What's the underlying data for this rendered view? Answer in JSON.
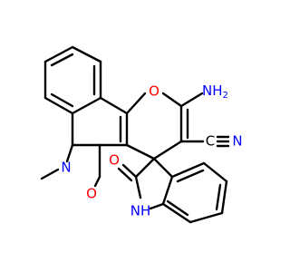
{
  "molecule": {
    "colors": {
      "carbon": "#000000",
      "oxygen": "#ff0000",
      "nitrogen": "#0000ff"
    },
    "atom_labels": {
      "ring_oxygen": "O",
      "amine": "NH",
      "amine_sub": "2",
      "nitrile_c": "C",
      "nitrile_n": "N",
      "lactam_n_methyl": "N",
      "quinolone_carbonyl_o": "O",
      "oxindole_carbonyl_o": "O",
      "oxindole_nh": "NH"
    }
  }
}
